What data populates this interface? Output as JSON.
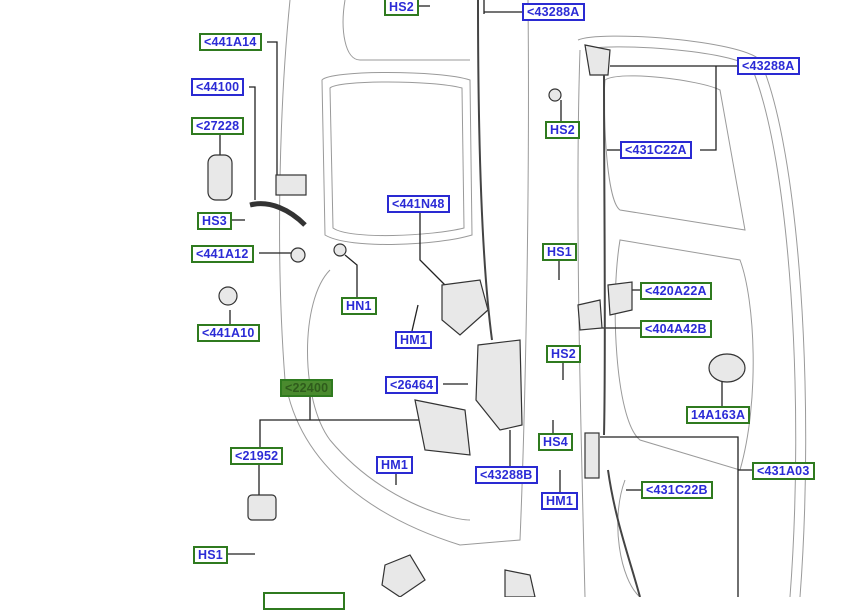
{
  "diagram_title": "",
  "colors": {
    "green_border": "#2f7a1f",
    "blue_border": "#2a2ad2",
    "label_text": "#2b2bd6",
    "selected_fill": "#4a8a2e"
  },
  "labels": [
    {
      "text": "HS2"
    },
    {
      "text": "<43288A"
    },
    {
      "text": "<441A14"
    },
    {
      "text": "<44100"
    },
    {
      "text": "<27228"
    },
    {
      "text": "HS3"
    },
    {
      "text": "<441A12"
    },
    {
      "text": "<441A10"
    },
    {
      "text": "HN1"
    },
    {
      "text": "<441N48"
    },
    {
      "text": "HM1"
    },
    {
      "text": "<26464"
    },
    {
      "text": "<22400"
    },
    {
      "text": "<21952"
    },
    {
      "text": "HM1"
    },
    {
      "text": "<43288B"
    },
    {
      "text": "HS1"
    },
    {
      "text": "<43288A"
    },
    {
      "text": "HS2"
    },
    {
      "text": "<431C22A"
    },
    {
      "text": "HS1"
    },
    {
      "text": "<420A22A"
    },
    {
      "text": "<404A42B"
    },
    {
      "text": "HS2"
    },
    {
      "text": "14A163A"
    },
    {
      "text": "HS4"
    },
    {
      "text": "<431A03"
    },
    {
      "text": "<431C22B"
    },
    {
      "text": "HM1"
    }
  ]
}
